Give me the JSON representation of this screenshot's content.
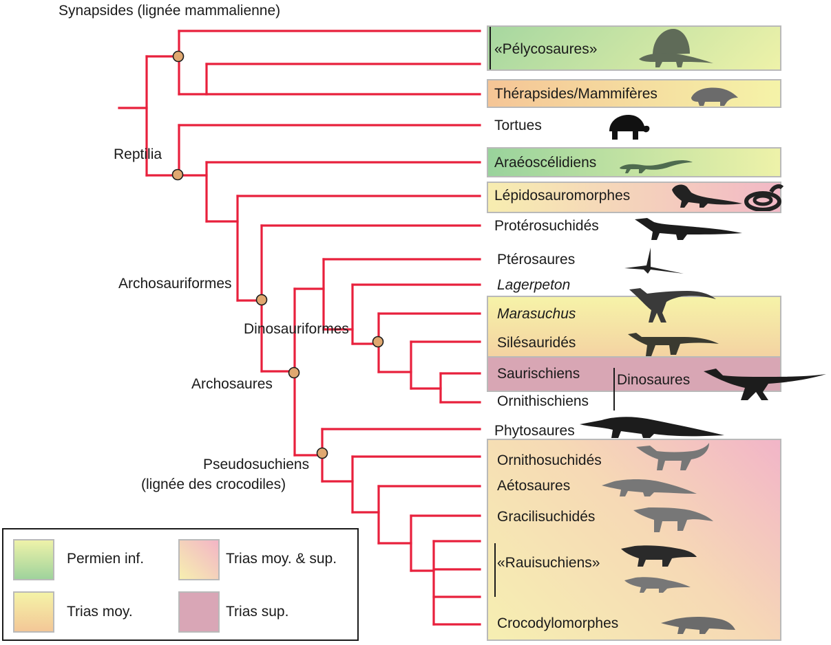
{
  "header": {
    "synapsides": "Synapsides (lignée mammalienne)"
  },
  "colors": {
    "branch": "#e8203c",
    "node_fill": "#e0a870",
    "permien": [
      "#9fd39c",
      "#eaf0a8"
    ],
    "trias_moy": [
      "#f3c797",
      "#f4f3a7"
    ],
    "trias_moy_sup": [
      "#f6cfa0",
      "#f3b5c6"
    ],
    "trias_sup": "#d9a6b6",
    "silhouette_dark": "#1c1c1c",
    "silhouette_grey": "#6b6b6b"
  },
  "taxa": {
    "pelycosaures": "«Pélycosaures»",
    "therapsides": "Thérapsides/Mammifères",
    "tortues": "Tortues",
    "araeoscelidiens": "Araéoscélidiens",
    "lepidosauromorphes": "Lépidosauromorphes",
    "proterosuchides": "Protérosuchidés",
    "pterosaures": "Ptérosaures",
    "lagerpeton": "Lagerpeton",
    "marasuchus": "Marasuchus",
    "silesaurides": "Silésauridés",
    "saurischiens": "Saurischiens",
    "ornithischiens": "Ornithischiens",
    "dinosaures": "Dinosaures",
    "phytosaures": "Phytosaures",
    "ornithosuchides": "Ornithosuchidés",
    "aetosaures": "Aétosaures",
    "gracilisuchides": "Gracilisuchidés",
    "rauisuchiens": "«Rauisuchiens»",
    "crocodylomorphes": "Crocodylomorphes"
  },
  "nodes": {
    "reptilia": "Reptilia",
    "archosauriformes": "Archosauriformes",
    "dinosauriformes": "Dinosauriformes",
    "archosaures": "Archosaures",
    "pseudosuchiens": "Pseudosuchiens",
    "pseudosuchiens_sub": "(lignée des crocodiles)"
  },
  "legend": {
    "permien": "Permien inf.",
    "trias_moy": "Trias moy.",
    "trias_moy_sup": "Trias moy. & sup.",
    "trias_sup": "Trias sup."
  },
  "icons": [
    "dimetrodon-icon",
    "therapsid-icon",
    "tortoise-icon",
    "lizard-icon",
    "iguana-icon",
    "snake-icon",
    "proterosuchid-icon",
    "pterosaur-icon",
    "lagerpeton-icon",
    "silesaur-icon",
    "dinosaur-icon",
    "phytosaur-icon",
    "ornithosuchid-icon",
    "aetosaur-icon",
    "gracilisuchid-icon",
    "rauisuchian-icon",
    "small-rauisuchian-icon",
    "crocodylomorph-icon"
  ]
}
